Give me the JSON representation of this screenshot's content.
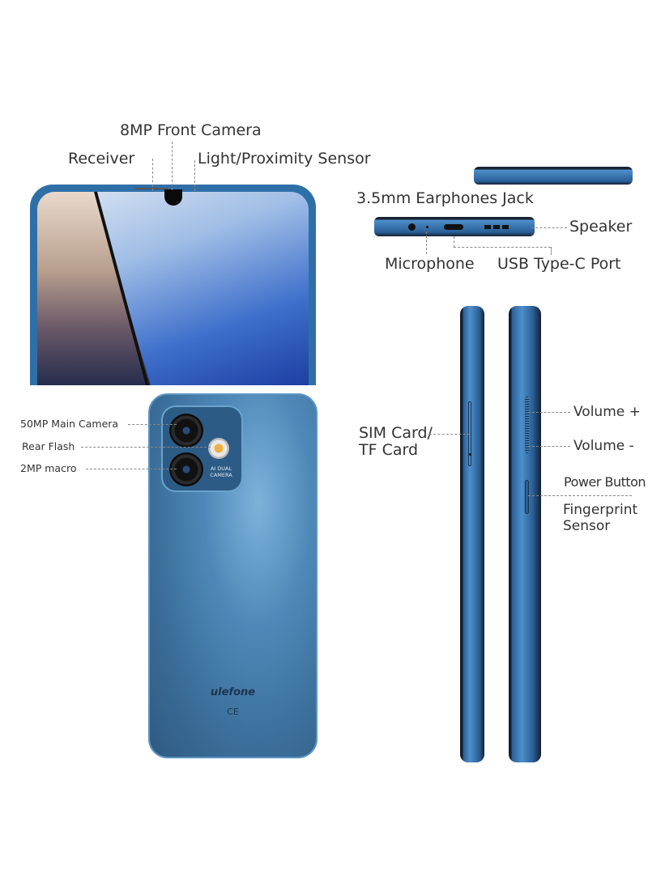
{
  "labels": {
    "front_camera": "8MP Front Camera",
    "receiver": "Receiver",
    "light_sensor": "Light/Proximity Sensor",
    "earphone_jack": "3.5mm Earphones Jack",
    "speaker": "Speaker",
    "microphone": "Microphone",
    "usb_port": "USB Type-C Port",
    "main_camera": "50MP Main Camera",
    "rear_flash": "Rear Flash",
    "macro_camera": "2MP macro",
    "sim_card_line1": "SIM Card/",
    "sim_card_line2": "TF Card",
    "volume_up": "Volume +",
    "volume_down": "Volume -",
    "power_button": "Power Button",
    "fingerprint_line1": "Fingerprint",
    "fingerprint_line2": "Sensor"
  },
  "camera_module_text": [
    "AI DUAL",
    "CAMERA"
  ],
  "brand": "ulefone",
  "certification": "CE",
  "colors": {
    "phone_blue": "#3f78a8",
    "frame_dark": "#1b2a3a"
  }
}
